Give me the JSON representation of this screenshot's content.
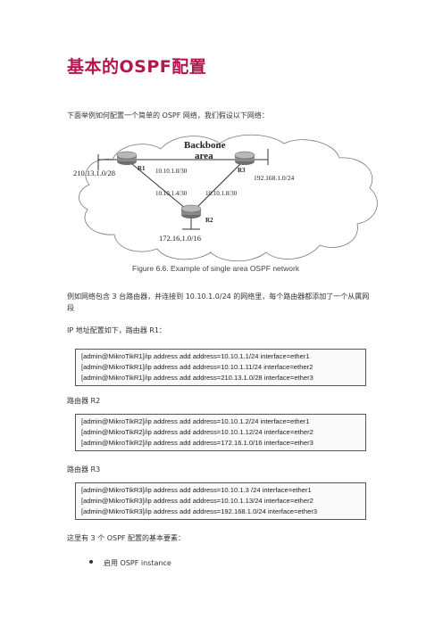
{
  "title": "基本的OSPF配置",
  "intro": "下面举例如何配置一个简单的 OSPF 网络，我们假设以下网络：",
  "figure": {
    "cloud_title_line1": "Backbone",
    "cloud_title_line2": "area",
    "routers": [
      "R1",
      "R3",
      "R2"
    ],
    "nets": {
      "r1_lan": "210.13.1.0/28",
      "r1_r3": "10.10.1.0/30",
      "r3_lan": "192.168.1.0/24",
      "r1_r2": "10.10.1.4/30",
      "r3_r2": "10.10.1.8/30",
      "r2_lan": "172.16.1.0/16"
    },
    "caption": "Figure 6.6. Example of single area OSPF network"
  },
  "desc_line1": "例如网络包含 3 台路由器，并连接到 10.10.1.0/24 的网络里，每个路由器都添加了一个从属网",
  "desc_line2": "段",
  "ip_intro": "IP 地址配置如下，路由器 R1：",
  "r1_code": [
    "[admin@MikroTikR1]/ip address add address=10.10.1.1/24 interface=ether1",
    "[admin@MikroTikR1]/ip address add address=10.10.1.11/24 interface=ether2",
    "[admin@MikroTikR1]/ip address add address=210.13.1.0/28 interface=ether3"
  ],
  "r2_label": "路由器 R2",
  "r2_code": [
    "[admin@MikroTikR2]/ip address add address=10.10.1.2/24 interface=ether1",
    "[admin@MikroTikR2]/ip address add address=10.10.1.12/24 interface=ether2",
    "[admin@MikroTikR2]/ip address add address=172.16.1.0/16 interface=ether3"
  ],
  "r3_label": "路由器 R3",
  "r3_code": [
    "[admin@MikroTikR3]/ip address add address=10.10.1.3 /24 interface=ether1",
    "[admin@MikroTikR3]/ip address add address=10.10.1.13/24 interface=ether2",
    "[admin@MikroTikR3]/ip address add address=192.168.1.0/24 interface=ether3"
  ],
  "elements_intro": "这里有 3 个 OSPF 配置的基本要素：",
  "bullets": [
    "启用 OSPF instance"
  ]
}
